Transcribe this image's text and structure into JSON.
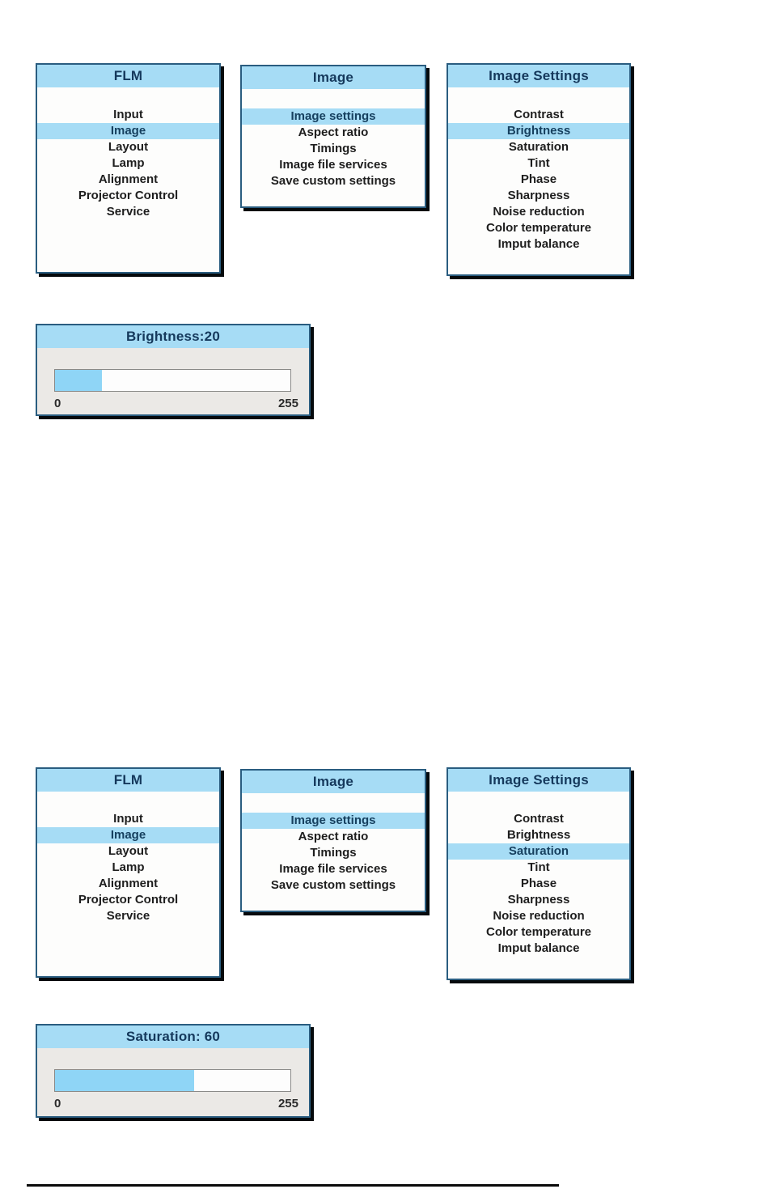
{
  "colors": {
    "osd_header_bg": "#a6dcf5",
    "osd_highlight_bg": "#a6dcf5",
    "osd_border": "#2a5d80",
    "osd_shadow": "#000000",
    "dialog_body_bg": "#ebe9e6",
    "slider_fill": "#8fd5f6",
    "title_text": "#15395c",
    "item_text": "#1e1e1e"
  },
  "brightness_sequence": {
    "flm_menu": {
      "title": "FLM",
      "selected": "Image",
      "items": [
        "Input",
        "Image",
        "Layout",
        "Lamp",
        "Alignment",
        "Projector Control",
        "Service"
      ]
    },
    "image_menu": {
      "title": "Image",
      "selected": "Image settings",
      "items": [
        "Image settings",
        "Aspect ratio",
        "Timings",
        "Image file services",
        "Save custom settings"
      ]
    },
    "image_settings_menu": {
      "title": "Image Settings",
      "selected": "Brightness",
      "items": [
        "Contrast",
        "Brightness",
        "Saturation",
        "Tint",
        "Phase",
        "Sharpness",
        "Noise reduction",
        "Color temperature",
        "Imput balance"
      ]
    },
    "slider": {
      "title": "Brightness:20",
      "value": 20,
      "min": "0",
      "max": "255",
      "fill_percent": 20
    }
  },
  "saturation_sequence": {
    "flm_menu": {
      "title": "FLM",
      "selected": "Image",
      "items": [
        "Input",
        "Image",
        "Layout",
        "Lamp",
        "Alignment",
        "Projector Control",
        "Service"
      ]
    },
    "image_menu": {
      "title": "Image",
      "selected": "Image settings",
      "items": [
        "Image settings",
        "Aspect ratio",
        "Timings",
        "Image file services",
        "Save custom settings"
      ]
    },
    "image_settings_menu": {
      "title": "Image Settings",
      "selected": "Saturation",
      "items": [
        "Contrast",
        "Brightness",
        "Saturation",
        "Tint",
        "Phase",
        "Sharpness",
        "Noise reduction",
        "Color temperature",
        "Imput balance"
      ]
    },
    "slider": {
      "title": "Saturation: 60",
      "value": 60,
      "min": "0",
      "max": "255",
      "fill_percent": 59
    }
  }
}
